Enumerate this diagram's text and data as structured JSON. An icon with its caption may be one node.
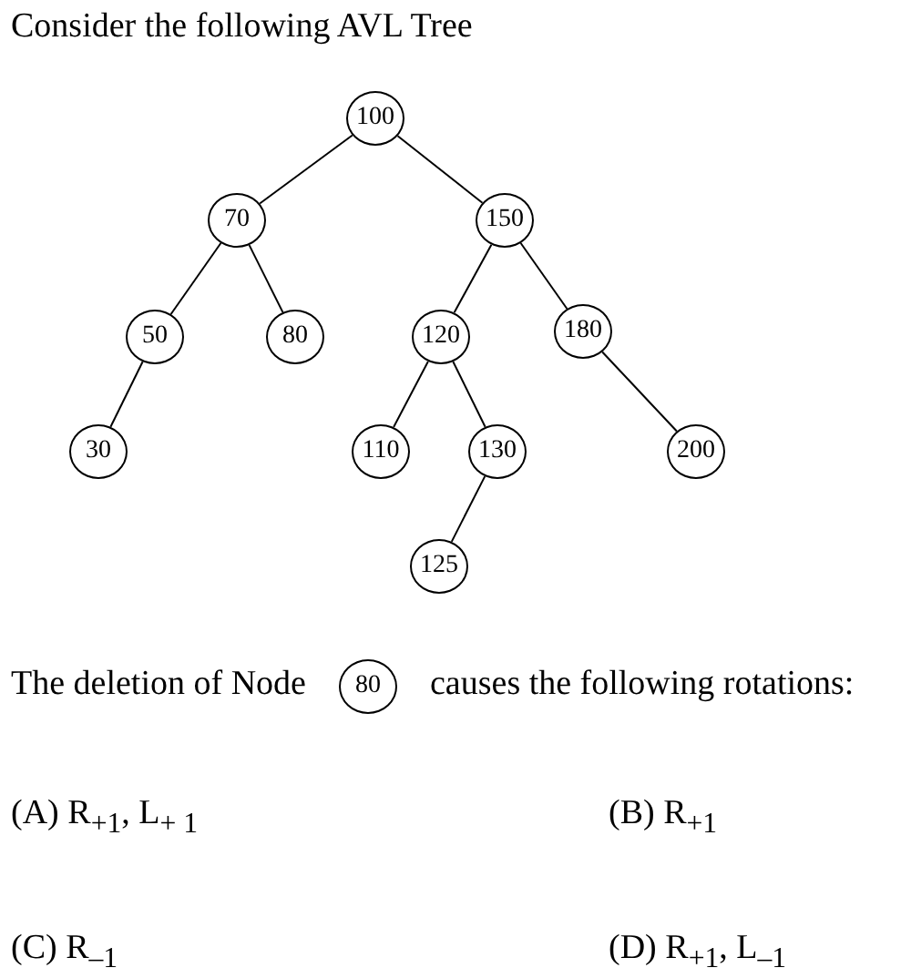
{
  "diagram": {
    "title": "Consider the following AVL Tree",
    "nodes": [
      {
        "text": [
          "100"
        ]
      },
      {
        "text": [
          "70"
        ]
      },
      {
        "text": [
          "150"
        ]
      },
      {
        "text": [
          "50"
        ]
      },
      {
        "text": [
          "80"
        ]
      },
      {
        "text": [
          "120"
        ]
      },
      {
        "text": [
          "180"
        ]
      },
      {
        "text": [
          "30"
        ]
      },
      {
        "text": [
          "110"
        ]
      },
      {
        "text": [
          "130"
        ]
      },
      {
        "text": [
          "200"
        ]
      },
      {
        "text": [
          "125"
        ]
      },
      {
        "text": [
          "80"
        ]
      }
    ],
    "edges": [
      {
        "from": 0,
        "to": 1,
        "arrow": "none"
      },
      {
        "from": 0,
        "to": 2,
        "arrow": "none"
      },
      {
        "from": 1,
        "to": 3,
        "arrow": "none"
      },
      {
        "from": 1,
        "to": 4,
        "arrow": "none"
      },
      {
        "from": 2,
        "to": 5,
        "arrow": "none"
      },
      {
        "from": 2,
        "to": 6,
        "arrow": "none"
      },
      {
        "from": 3,
        "to": 7,
        "arrow": "none"
      },
      {
        "from": 5,
        "to": 8,
        "arrow": "none"
      },
      {
        "from": 5,
        "to": 9,
        "arrow": "none"
      },
      {
        "from": 6,
        "to": 10,
        "arrow": "none"
      },
      {
        "from": 9,
        "to": 11,
        "arrow": "none"
      }
    ],
    "labels": [
      "The deletion of Node",
      "causes the following rotations:",
      "(A) R$_{+1}$, L$_{+ 1}$",
      "(B) R$_{+1}$",
      "(C) R$_{–1}$",
      "(D) R$_{+1}$, L$_{–1}$"
    ]
  }
}
